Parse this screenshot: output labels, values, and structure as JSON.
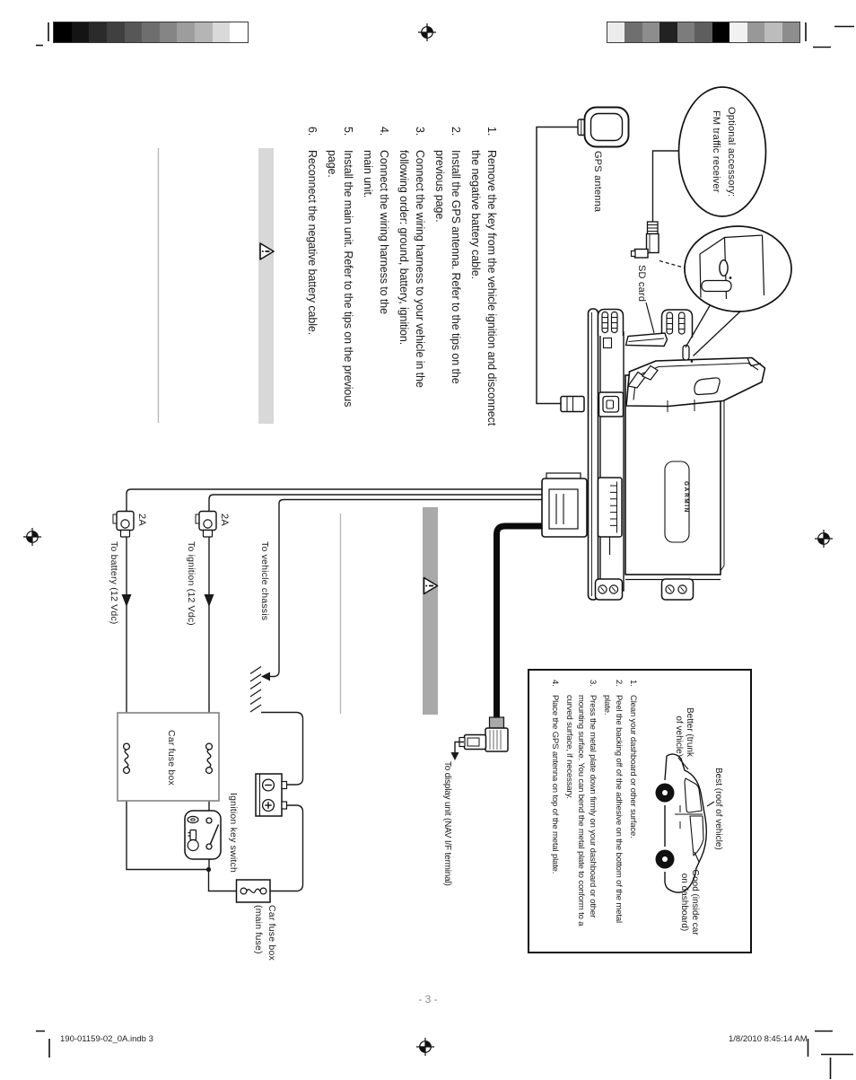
{
  "page": {
    "footer": {
      "page_number": "- 3 -",
      "file_info": "190-01159-02_0A.indb   3",
      "timestamp": "1/8/2010   8:45:14 AM"
    },
    "calibration": {
      "left_strip": [
        "#000000",
        "#141414",
        "#2b2b2b",
        "#404040",
        "#575757",
        "#6e6e6e",
        "#858585",
        "#9d9d9d",
        "#b5b5b5",
        "#d9d9d9",
        "#ffffff"
      ],
      "right_strip": [
        "#ececec",
        "#6f6f6f",
        "#8d8d8d",
        "#222222",
        "#7c7c7c",
        "#5e5e5e",
        "#000000",
        "#f1f1f1",
        "#989898",
        "#bcbcbc",
        "#8d8d8d"
      ]
    },
    "colors": {
      "band_light": "#d8d8d8",
      "band_dark": "#a9a9a9",
      "gray_rule": "#b3b3b3",
      "line": "#1a1a1a"
    }
  },
  "instructions": {
    "items": [
      {
        "num": "1.",
        "text": "Remove the key from the vehicle ignition and disconnect\nthe negative battery cable."
      },
      {
        "num": "2.",
        "text": "Install the GPS antenna. Refer to the tips on the\nprevious page."
      },
      {
        "num": "3.",
        "text": "Connect the wiring harness to your vehicle in the\nfollowing order: ground, battery, ignition."
      },
      {
        "num": "4.",
        "text": "Connect the wiring harness to the\nmain unit."
      },
      {
        "num": "5.",
        "text": "Install the main unit. Refer to the tips on the previous\npage."
      },
      {
        "num": "6.",
        "text": "Reconnect the negative battery cable."
      }
    ]
  },
  "diagram": {
    "labels": {
      "optional_accessory": "Optional accessory:\nFM traffic receiver",
      "gps_antenna": "GPS antenna",
      "sd_card": "SD card",
      "fuse_battery": "2A",
      "fuse_ignition": "2A",
      "to_battery": "To battery (12 Vdc)",
      "to_ignition": "To ignition (12 Vdc)",
      "to_vehicle_chassis": "To vehicle chassis",
      "car_fuse_box": "Car fuse box",
      "ignition_key_switch": "Ignition key switch",
      "car_fuse_box_main": "Car fuse box\n(main fuse)",
      "to_display_unit": "To display unit (NAV I/F terminal)",
      "brand": "GARMIN"
    }
  },
  "tips_box": {
    "labels": {
      "better": "Better (trunk\nof vehicle)",
      "best": "Best (roof of vehicle)",
      "good": "Good (inside car\non dashboard)"
    },
    "items": [
      {
        "num": "1.",
        "text": "Clean your dashboard or other surface."
      },
      {
        "num": "2.",
        "text": "Peel the backing off of the adhesive on the bottom of the metal\nplate."
      },
      {
        "num": "3.",
        "text": "Press the metal plate down firmly on your dashboard or other\nmounting surface. You can bend the metal plate to conform to a\ncurved surface, if necessary."
      },
      {
        "num": "4.",
        "text": "Place the GPS antenna on top of the metal plate."
      }
    ]
  }
}
